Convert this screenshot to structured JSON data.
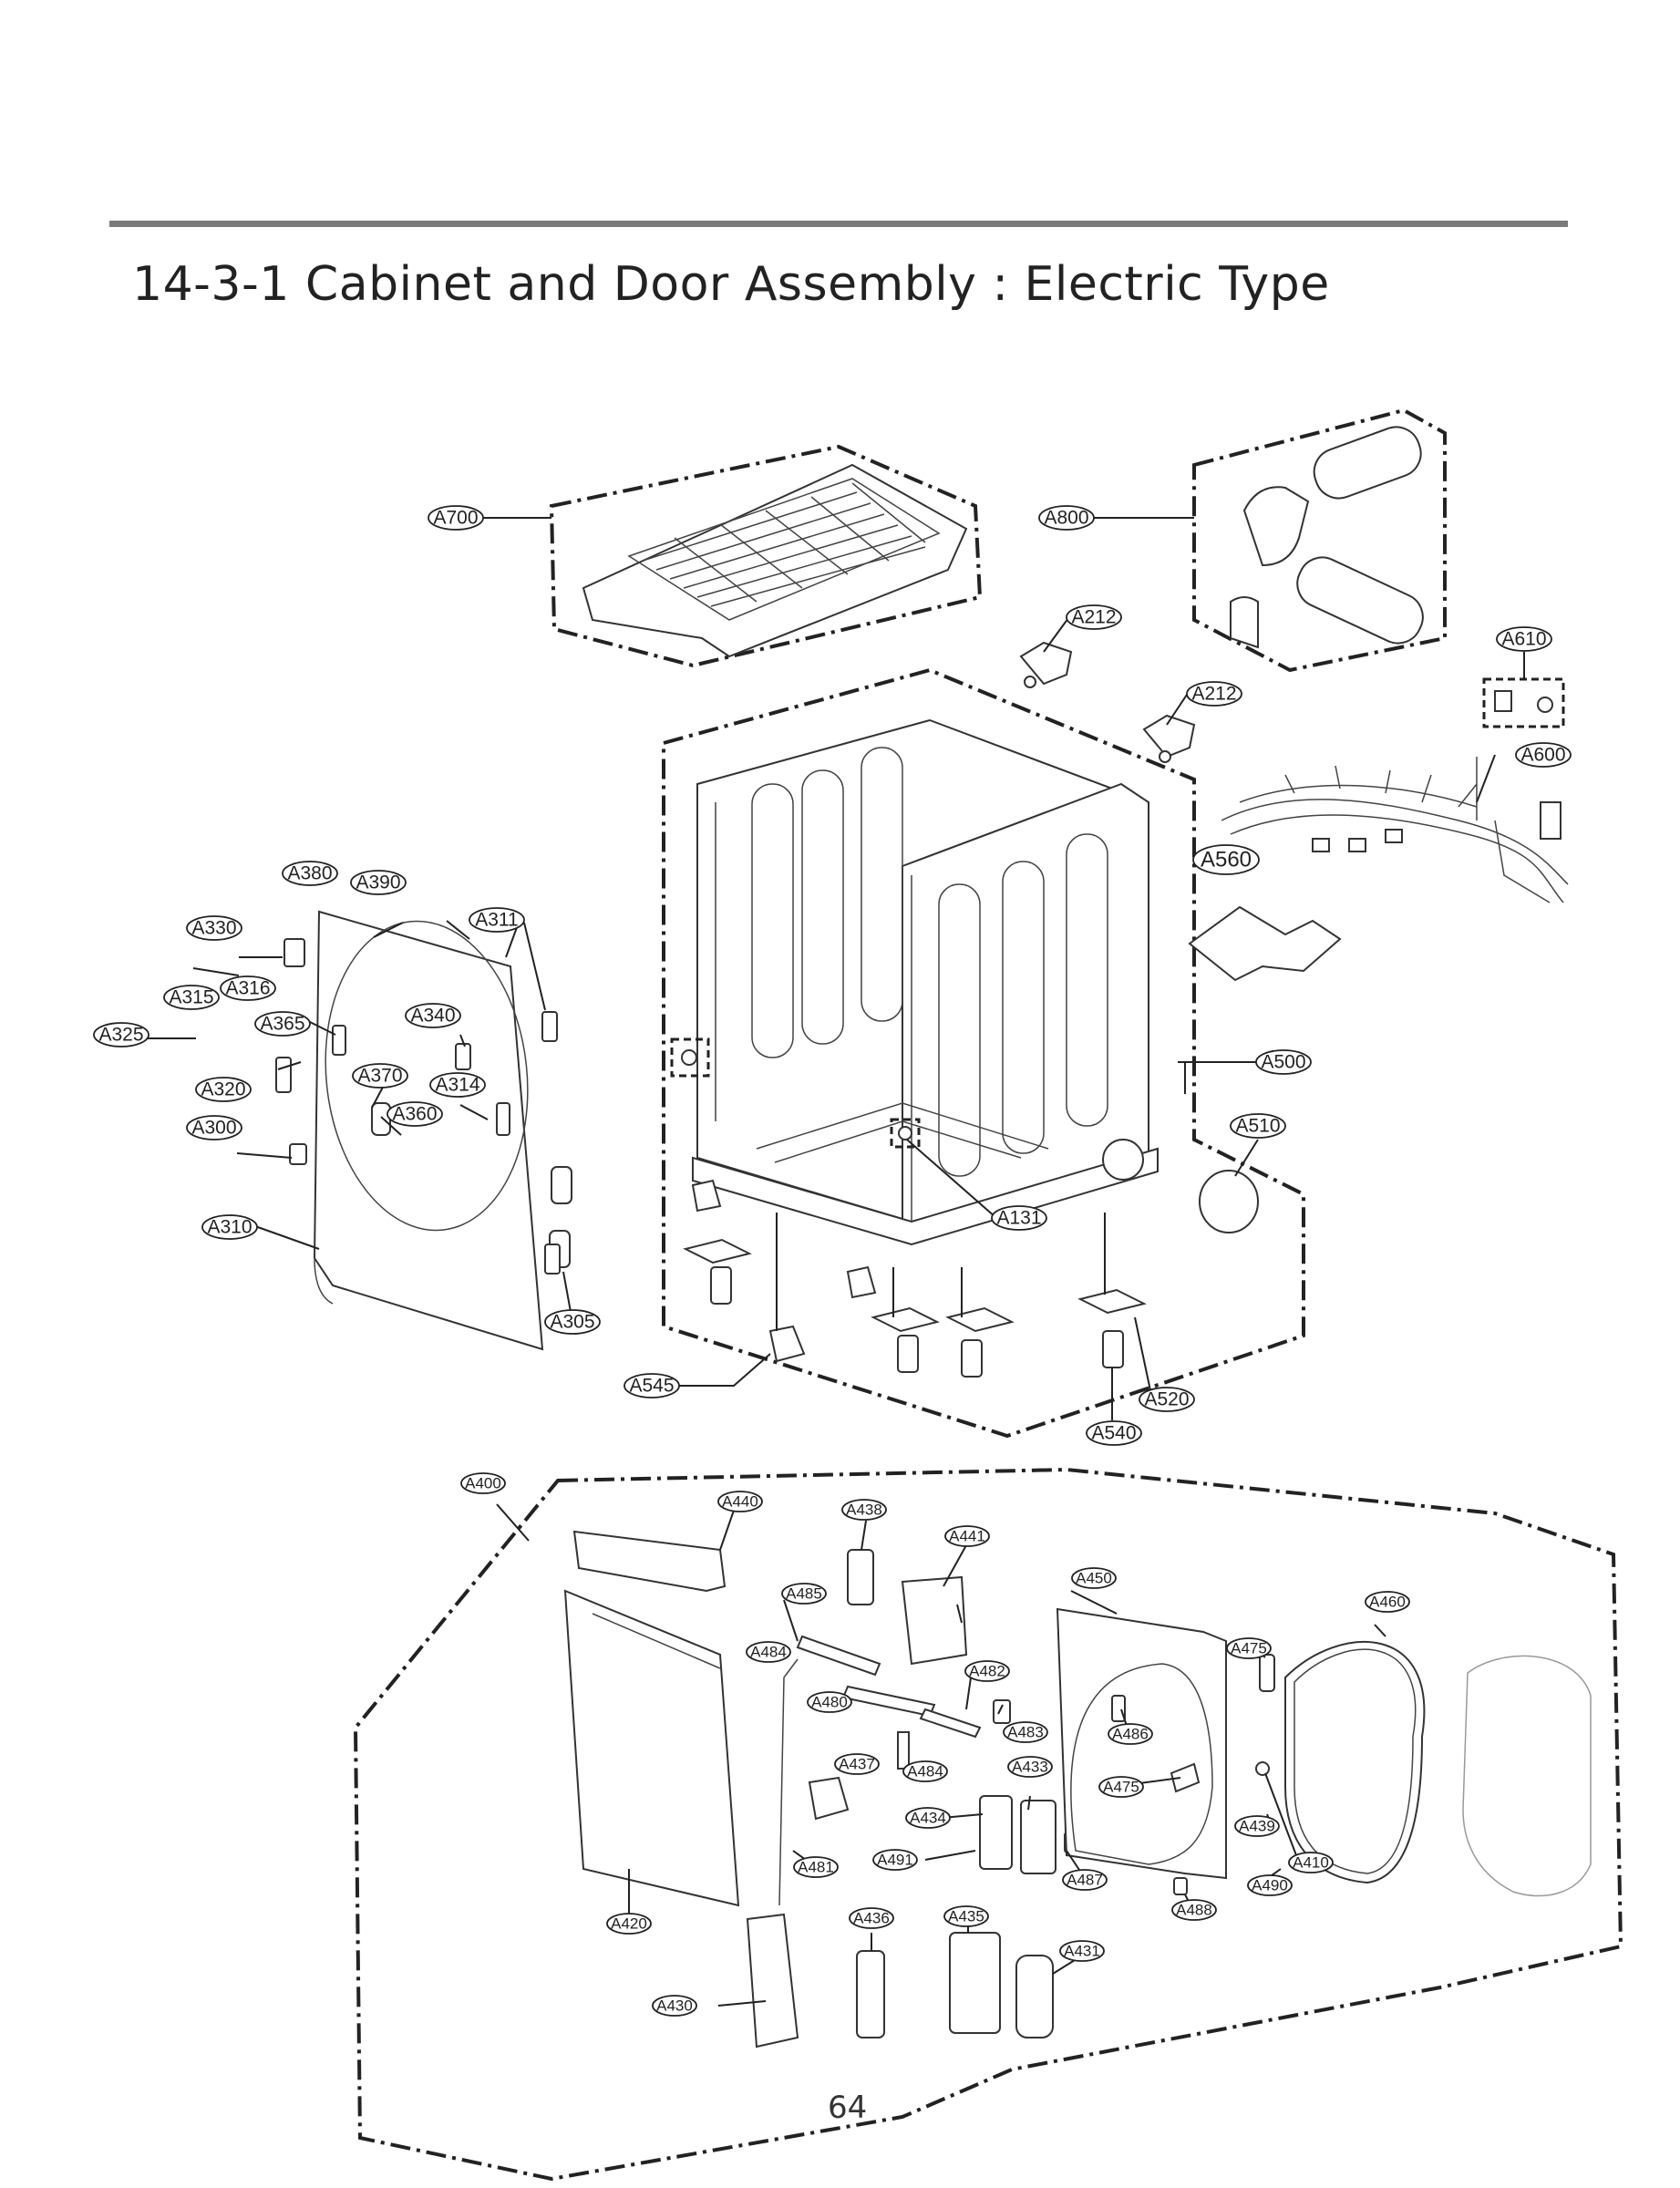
{
  "title": "14-3-1 Cabinet and Door Assembly : Electric Type",
  "page_number": "64",
  "labels": {
    "A700": "A700",
    "A800": "A800",
    "A212a": "A212",
    "A212b": "A212",
    "A610": "A610",
    "A600": "A600",
    "A560": "A560",
    "A500": "A500",
    "A510": "A510",
    "A131": "A131",
    "A545": "A545",
    "A520": "A520",
    "A540": "A540",
    "A380": "A380",
    "A390": "A390",
    "A330": "A330",
    "A311": "A311",
    "A315": "A315",
    "A316": "A316",
    "A365": "A365",
    "A325": "A325",
    "A340": "A340",
    "A320": "A320",
    "A370": "A370",
    "A314": "A314",
    "A360": "A360",
    "A300": "A300",
    "A310": "A310",
    "A305": "A305",
    "A400": "A400",
    "A440": "A440",
    "A438": "A438",
    "A441": "A441",
    "A485": "A485",
    "A450": "A450",
    "A460": "A460",
    "A484a": "A484",
    "A482": "A482",
    "A480": "A480",
    "A483": "A483",
    "A486": "A486",
    "A475a": "A475",
    "A437": "A437",
    "A484b": "A484",
    "A433": "A433",
    "A475b": "A475",
    "A434": "A434",
    "A439": "A439",
    "A491": "A491",
    "A481": "A481",
    "A487": "A487",
    "A410": "A410",
    "A490": "A490",
    "A420": "A420",
    "A436": "A436",
    "A435": "A435",
    "A488": "A488",
    "A431": "A431",
    "A430": "A430"
  }
}
